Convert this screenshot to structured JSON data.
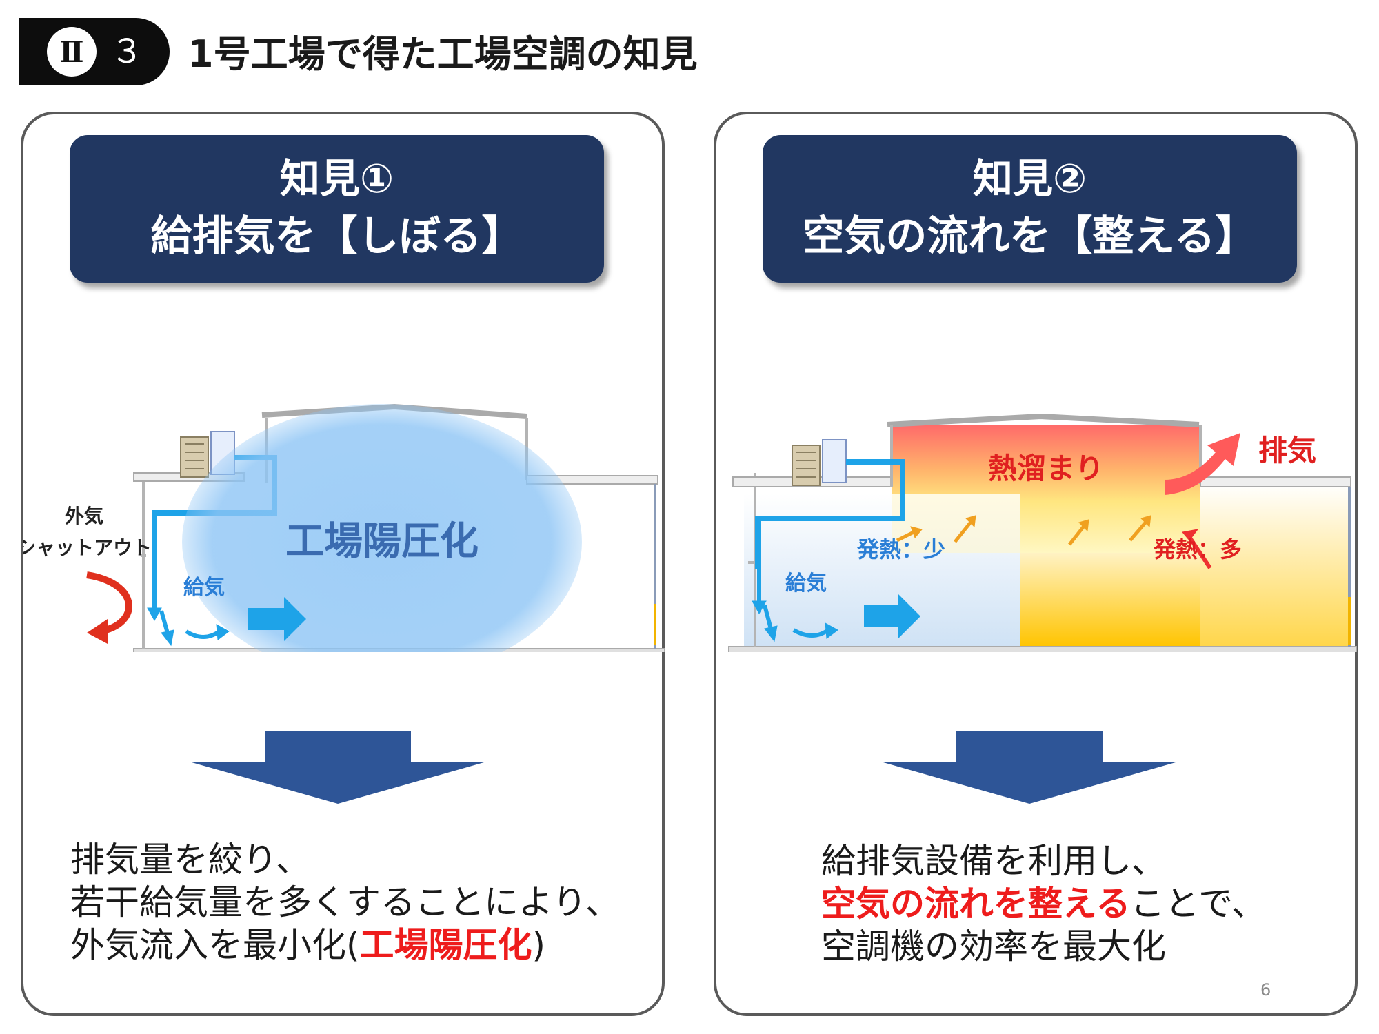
{
  "header": {
    "roman": "Ⅱ",
    "number": "３",
    "title": "1号工場で得た工場空調の知見"
  },
  "left": {
    "title_line1": "知見①",
    "title_line2": "給排気を【しぼる】",
    "diagram": {
      "center_label": "工場陽圧化",
      "outside_label_1": "外気",
      "outside_label_2": "シャットアウト",
      "supply_label": "給気"
    },
    "text_line1": "排気量を絞り、",
    "text_line2": "若干給気量を多くすることにより、",
    "text_line3_a": "外気流入を最小化(",
    "text_line3_red": "工場陽圧化",
    "text_line3_b": ")"
  },
  "right": {
    "title_line1": "知見②",
    "title_line2": "空気の流れを【整える】",
    "diagram": {
      "heat_label": "熱溜まり",
      "exhaust_label": "排気",
      "low_heat_label": "発熱：少",
      "high_heat_label": "発熱：多",
      "supply_label": "給気"
    },
    "text_line1": "給排気設備を利用し、",
    "text_line2_red": "空気の流れを整える",
    "text_line2_b": "ことで、",
    "text_line3": "空調機の効率を最大化"
  },
  "page_number": "6",
  "colors": {
    "title_box": "#213761",
    "arrow_blue": "#2e5597",
    "emphasis_red": "#ee1c1c",
    "air_blue": "#1ea3e8",
    "pressure_bubble": "#8ec5f5"
  }
}
